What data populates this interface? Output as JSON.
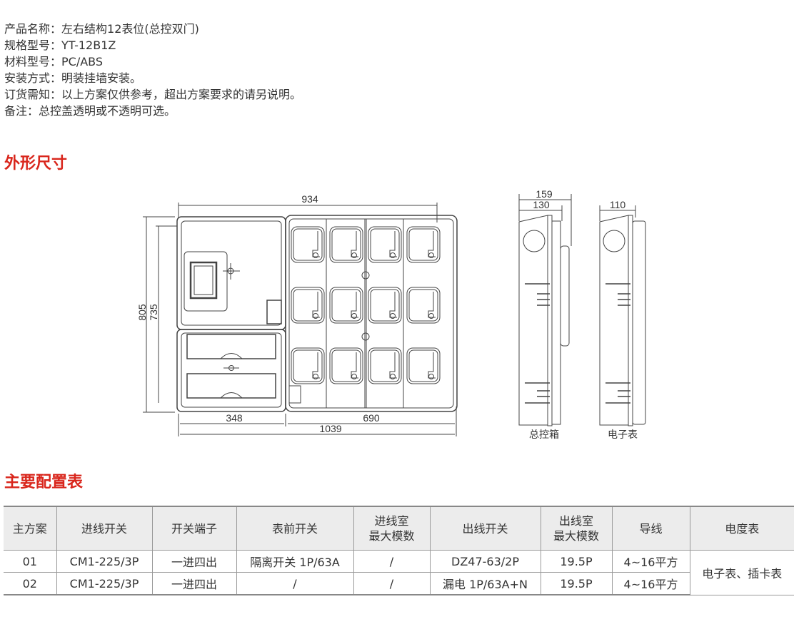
{
  "specs": [
    {
      "label": "产品名称：",
      "value": "左右结构12表位(总控双门)"
    },
    {
      "label": "规格型号：",
      "value": "YT-12B1Z"
    },
    {
      "label": "材料型号：",
      "value": "PC/ABS"
    },
    {
      "label": "安装方式：",
      "value": "明装挂墙安装。"
    },
    {
      "label": "订货需知：",
      "value": "以上方案仅供参考，超出方案要求的请另说明。"
    },
    {
      "label": "备注：",
      "value": "总控盖透明或不透明可选。"
    }
  ],
  "headings": {
    "dimensions": "外形尺寸",
    "config": "主要配置表"
  },
  "drawing": {
    "front": {
      "width_top": "934",
      "height_outer": "805",
      "height_inner": "735",
      "left_width": "348",
      "right_width": "690",
      "total_width": "1039"
    },
    "side_control": {
      "depth_outer": "159",
      "depth_inner": "130",
      "caption": "总控箱"
    },
    "side_meter": {
      "depth": "110",
      "caption": "电子表"
    }
  },
  "table": {
    "headers": [
      "主方案",
      "进线开关",
      "开关端子",
      "表前开关",
      "进线室\n最大模数",
      "出线开关",
      "出线室\n最大模数",
      "导线",
      "电度表"
    ],
    "header_lines": {
      "incoming_room": [
        "进线室",
        "最大模数"
      ],
      "outgoing_room": [
        "出线室",
        "最大模数"
      ]
    },
    "rows": [
      [
        "01",
        "CM1-225/3P",
        "一进四出",
        "隔离开关 1P/63A",
        "/",
        "DZ47-63/2P",
        "19.5P",
        "4~16平方"
      ],
      [
        "02",
        "CM1-225/3P",
        "一进四出",
        "/",
        "/",
        "漏电 1P/63A+N",
        "19.5P",
        "4~16平方"
      ]
    ],
    "meter_merged": "电子表、插卡表"
  }
}
